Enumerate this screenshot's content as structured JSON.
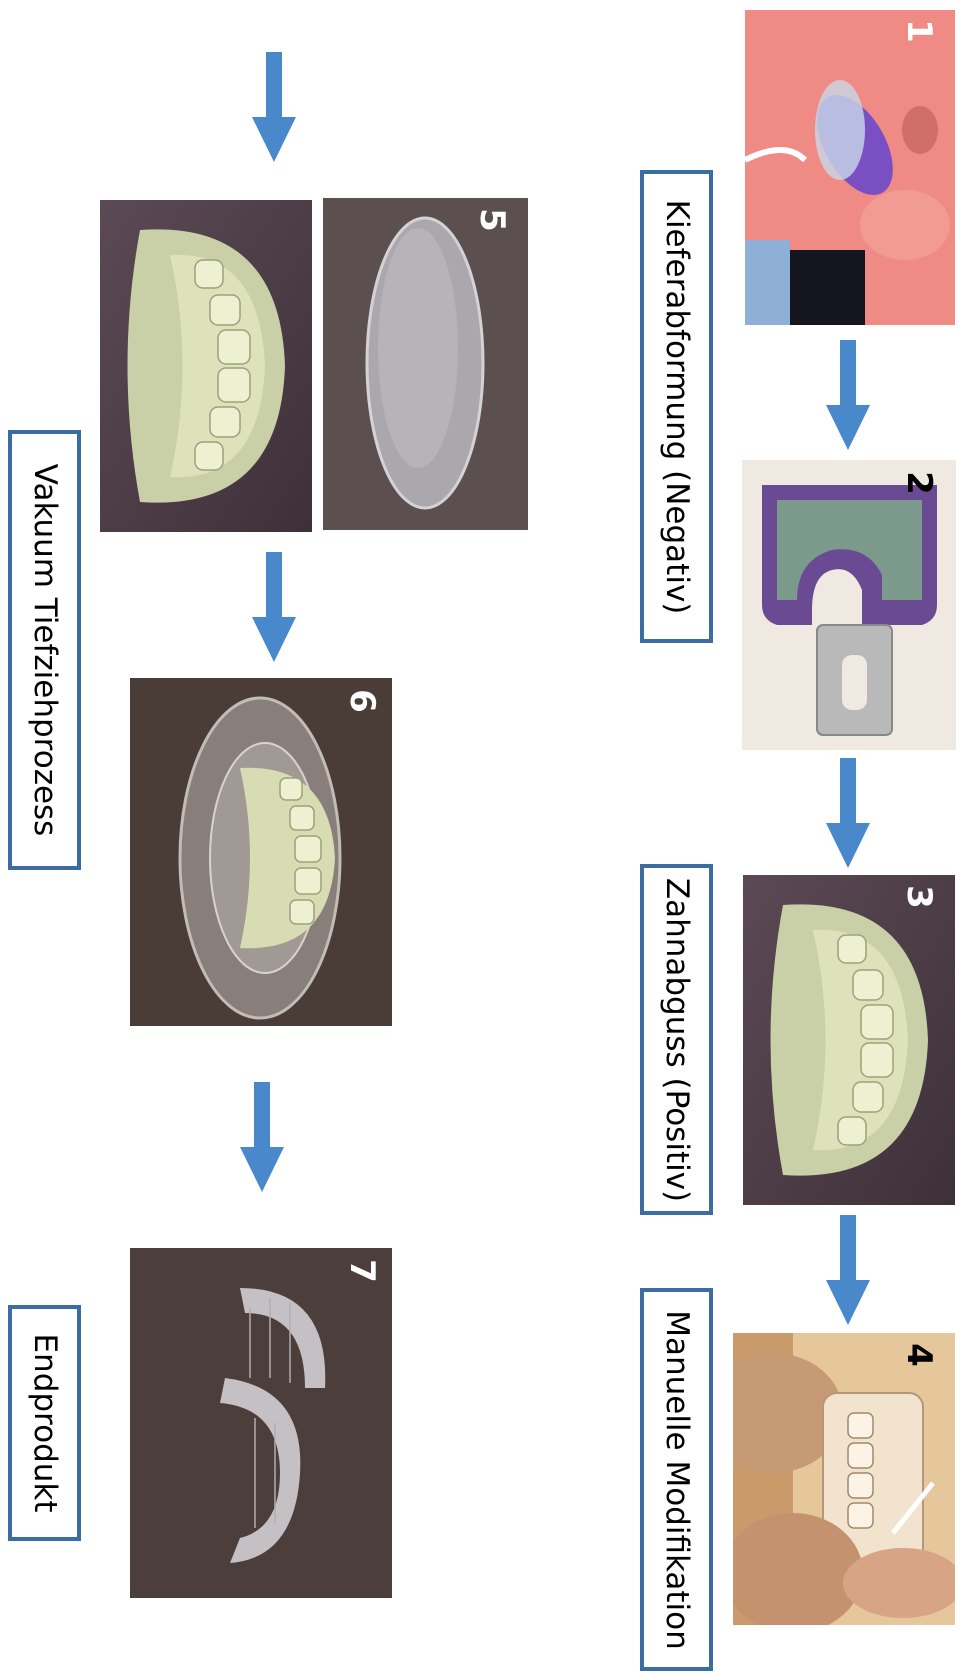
{
  "steps": [
    {
      "number": "1",
      "label": "Kieferabformung (Negativ)"
    },
    {
      "number": "2"
    },
    {
      "number": "3",
      "label": "Zahnabguss (Positiv)"
    },
    {
      "number": "4",
      "label": "Manuelle Modifikation"
    },
    {
      "number": "5"
    },
    {
      "number": "6"
    },
    {
      "number": "7"
    }
  ],
  "labels": {
    "vakuum": "Vakuum Tiefziehprozess",
    "endprodukt": "Endprodukt"
  },
  "colors": {
    "arrow": "#4a88cc",
    "box_border": "#3b6da3"
  }
}
